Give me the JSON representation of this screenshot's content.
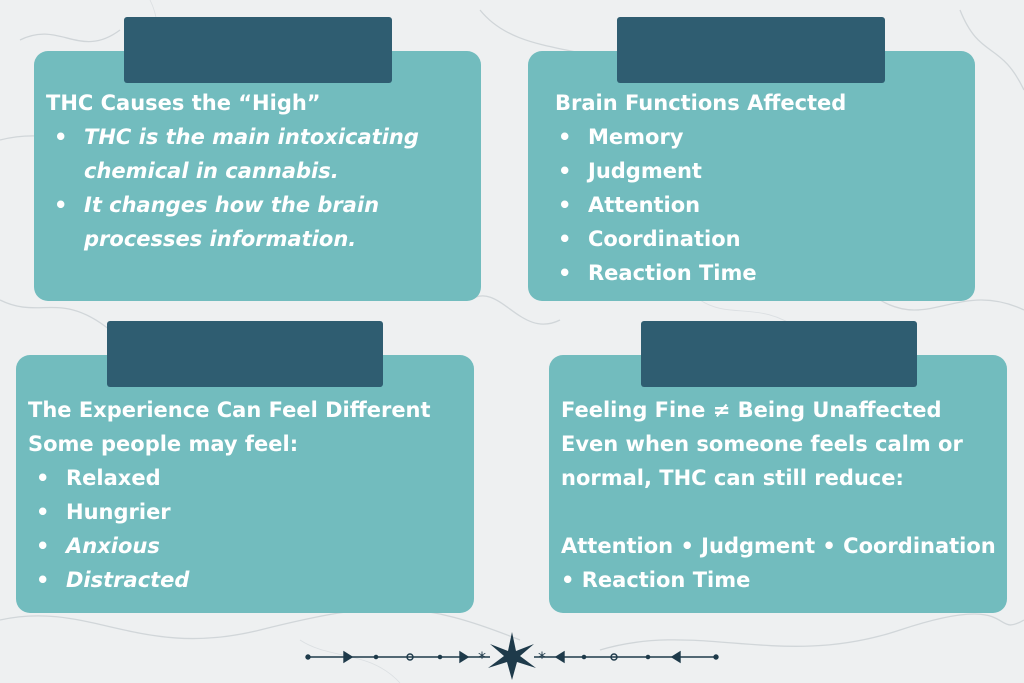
{
  "colors": {
    "card": "#72bcbe",
    "tab": "#2f5d71",
    "text": "#ffffff",
    "divider": "#1e3a4a"
  },
  "card1": {
    "heading": "THC Causes the “High”",
    "bullets": [
      {
        "line1": " THC is the main intoxicating",
        "line2": "chemical in cannabis."
      },
      {
        "line1": " It changes how the brain",
        "line2": "processes information."
      }
    ]
  },
  "card2": {
    "heading": "Brain Functions Affected",
    "items": [
      "Memory",
      " Judgment",
      " Attention",
      " Coordination",
      " Reaction Time"
    ]
  },
  "card3": {
    "heading": "The Experience Can Feel Different",
    "intro": "Some people may feel:",
    "items": [
      "Relaxed",
      "Hungrier",
      "Anxious",
      "Distracted"
    ]
  },
  "card4": {
    "heading": " Feeling Fine ≠ Being Unaffected",
    "line1": "Even when someone feels calm or",
    "line2": "normal, THC can still reduce:",
    "line3": "Attention • Judgment • Coordination",
    "line4": "• Reaction Time"
  },
  "divider_icon": "star-ornament-icon"
}
